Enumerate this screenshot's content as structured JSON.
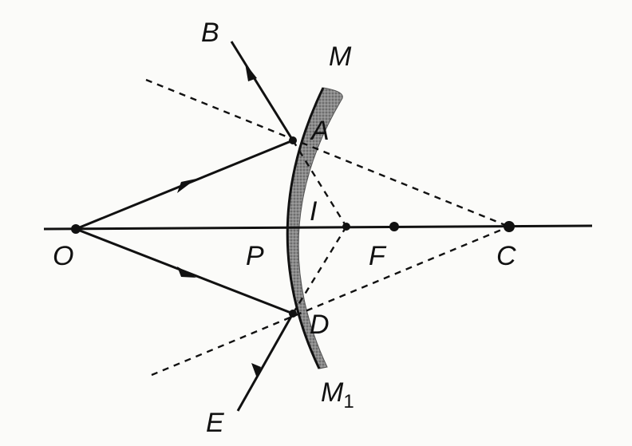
{
  "labels": {
    "O": "O",
    "P": "P",
    "F": "F",
    "C": "C",
    "A": "A",
    "B": "B",
    "M": "M",
    "M1_main": "M",
    "M1_sub": "1",
    "D": "D",
    "E": "E",
    "I": "I"
  },
  "colors": {
    "ink": "#111111",
    "mirror": "#7a7a7a",
    "background": "#fbfbf9"
  }
}
